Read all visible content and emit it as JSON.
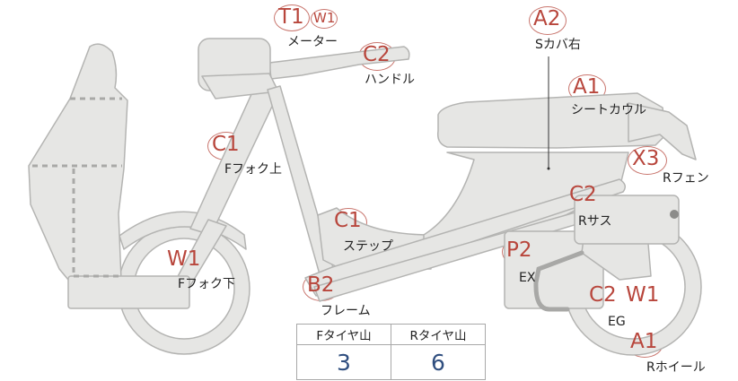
{
  "parts": {
    "meter": {
      "grade": "T1",
      "sub_grade": "W1",
      "label": "メーター"
    },
    "handle": {
      "grade": "C2",
      "label": "ハンドル"
    },
    "s_cover_right": {
      "grade": "A2",
      "label": "Sカバ右"
    },
    "seat_cowl": {
      "grade": "A1",
      "label": "シートカウル"
    },
    "front_fork_upper": {
      "grade": "C1",
      "label": "Fフォク上"
    },
    "rear_fender": {
      "grade": "X3",
      "label": "Rフェン"
    },
    "rear_suspension": {
      "grade": "C2",
      "label": "Rサス"
    },
    "step": {
      "grade": "C1",
      "label": "ステップ"
    },
    "exhaust": {
      "grade": "P2",
      "label": "EX"
    },
    "front_fork_lower": {
      "grade": "W1",
      "label": "Fフォク下"
    },
    "frame": {
      "grade": "B2",
      "label": "フレーム"
    },
    "engine": {
      "grade": "C2",
      "sub_grade": "W1",
      "label": "EG"
    },
    "rear_wheel": {
      "grade": "A1",
      "label": "Rホイール"
    }
  },
  "tread_table": {
    "headers": [
      "Fタイヤ山",
      "Rタイヤ山"
    ],
    "values": [
      "3",
      "6"
    ]
  },
  "colors": {
    "body_fill": "#e6e6e4",
    "body_stroke": "#b4b4b2",
    "grade_text": "#b8463c",
    "value_text": "#2f4e7f"
  }
}
